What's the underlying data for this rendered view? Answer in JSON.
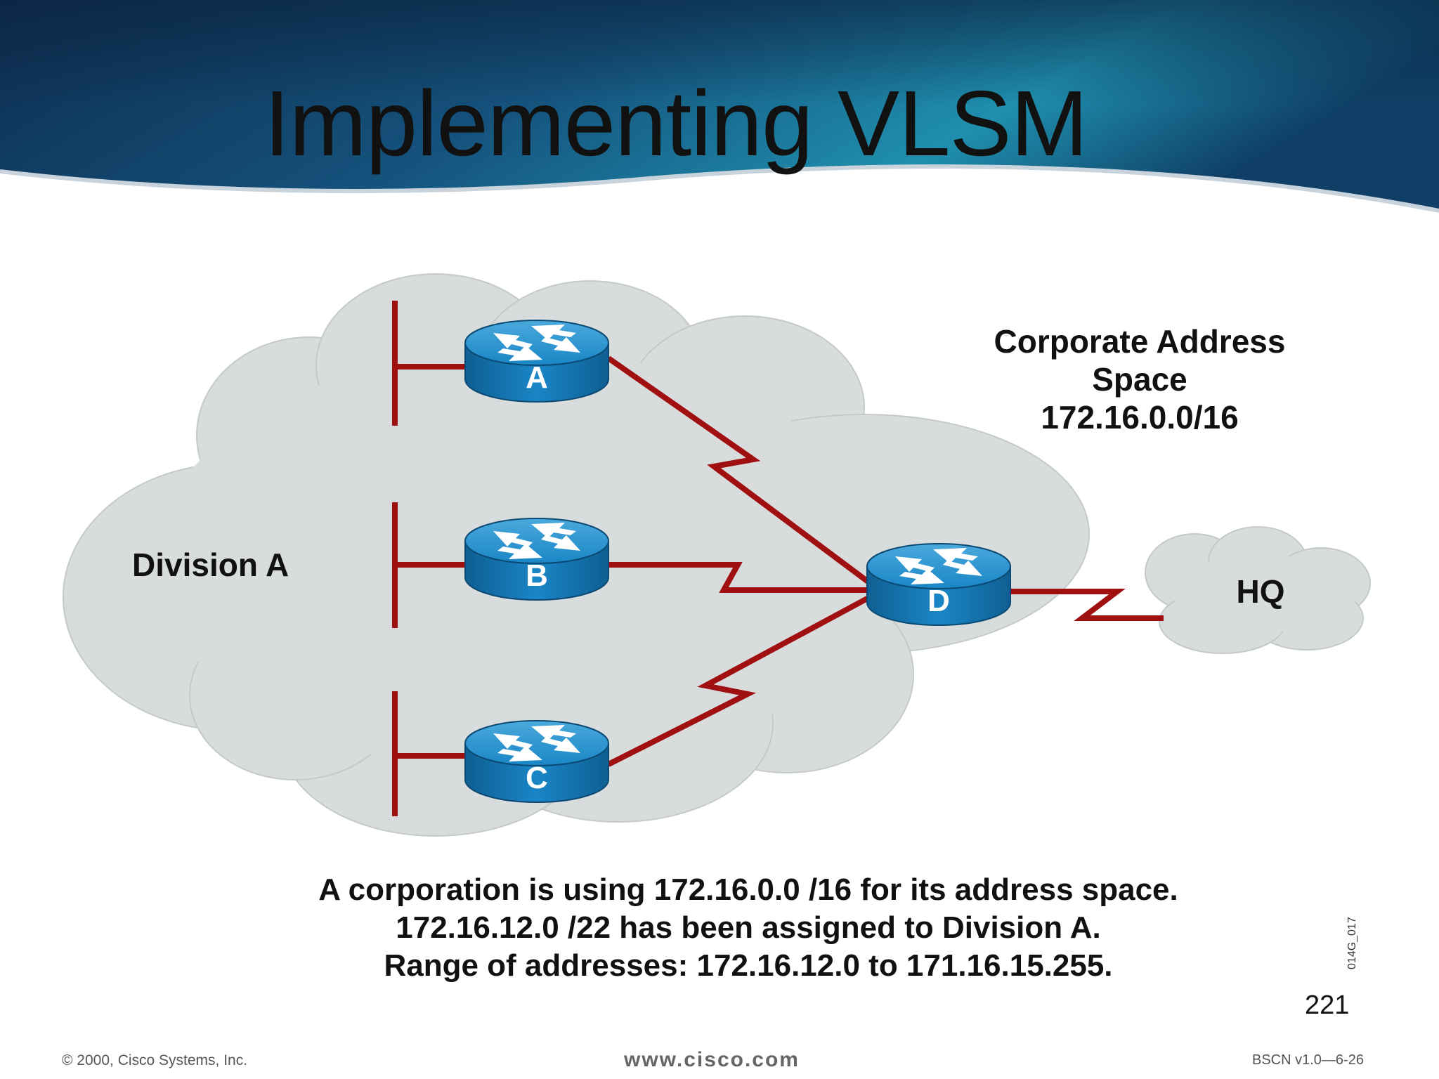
{
  "slide": {
    "title": "Implementing VLSM",
    "page_number": "221",
    "figure_code": "014G_017"
  },
  "diagram": {
    "division_label": "Division A",
    "hq_label": "HQ",
    "address_space_label": [
      "Corporate Address",
      "Space",
      "172.16.0.0/16"
    ],
    "routers": [
      "A",
      "B",
      "C",
      "D"
    ],
    "link_color": "#a01010",
    "router_color": "#1a86c6",
    "cloud_color": "#d8dcdc"
  },
  "caption": [
    "A corporation is using 172.16.0.0 /16 for its address space.",
    "172.16.12.0 /22 has been assigned to Division A.",
    "Range of addresses:  172.16.12.0 to 171.16.15.255."
  ],
  "footer": {
    "copyright": "© 2000, Cisco Systems, Inc.",
    "url": "www.cisco.com",
    "course": "BSCN v1.0—6-26"
  }
}
